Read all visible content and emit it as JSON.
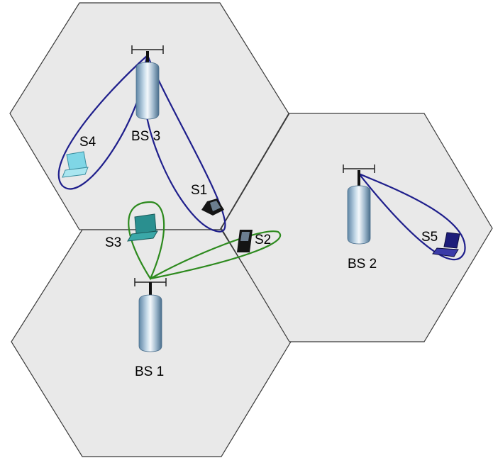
{
  "colors": {
    "cell_fill": "#e9e9e9",
    "cell_stroke": "#3a3a3a",
    "bs3_beams": "#1f1f8c",
    "bs2_beams": "#1f1f8c",
    "bs1_beams": "#2d8a1e",
    "laptop_cyan": "#7fd6e6",
    "laptop_teal": "#2a8f8f",
    "laptop_navy": "#1d1d7a",
    "phone": "#141414"
  },
  "base_stations": [
    {
      "id": "bs1",
      "label": "BS 1",
      "icon": "tower-icon"
    },
    {
      "id": "bs2",
      "label": "BS 2",
      "icon": "tower-icon"
    },
    {
      "id": "bs3",
      "label": "BS 3",
      "icon": "tower-icon"
    }
  ],
  "stations": [
    {
      "id": "s1",
      "label": "S1",
      "device": "phone-icon"
    },
    {
      "id": "s2",
      "label": "S2",
      "device": "phone-icon"
    },
    {
      "id": "s3",
      "label": "S3",
      "device": "laptop-icon"
    },
    {
      "id": "s4",
      "label": "S4",
      "device": "laptop-icon"
    },
    {
      "id": "s5",
      "label": "S5",
      "device": "laptop-icon"
    }
  ]
}
